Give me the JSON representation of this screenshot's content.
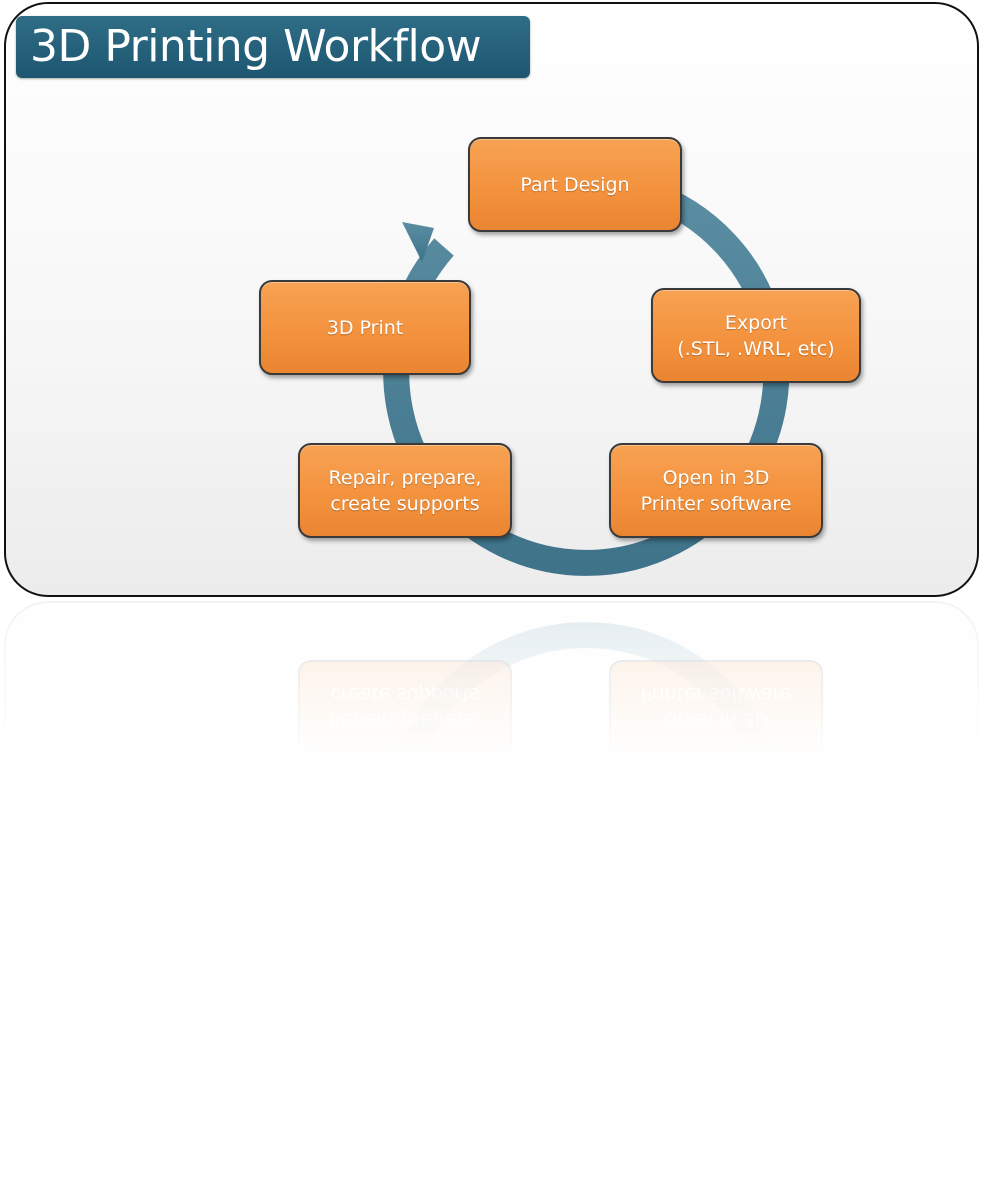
{
  "title": "3D Printing Workflow",
  "steps": [
    {
      "label": "Part Design"
    },
    {
      "label": "Export\n(.STL, .WRL, etc)"
    },
    {
      "label": "Open in 3D\nPrinter software"
    },
    {
      "label": "Repair, prepare,\ncreate supports"
    },
    {
      "label": "3D Print"
    }
  ],
  "colors": {
    "title_bar": "#1f5a74",
    "step_fill": "#f3913c",
    "cycle_arrow": "#4a7f95",
    "text": "#ffffff"
  }
}
